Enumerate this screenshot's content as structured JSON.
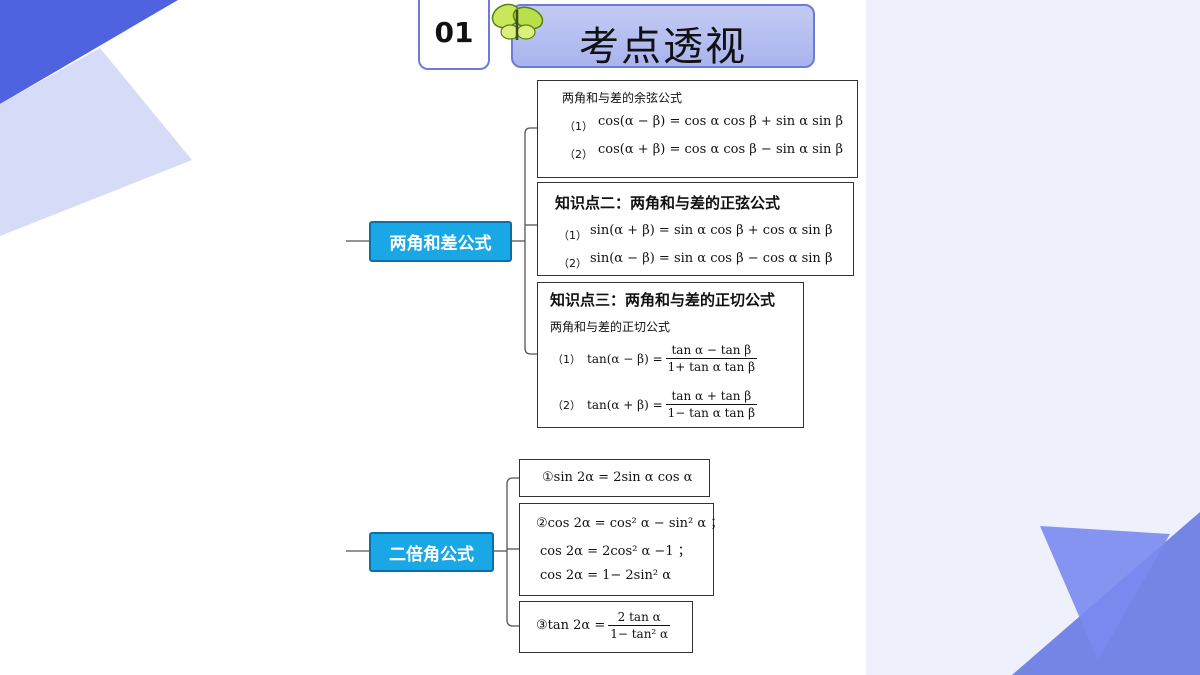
{
  "header": {
    "number": "01",
    "title": "考点透视"
  },
  "colors": {
    "accent": "#6b7bd6",
    "node_fill": "#1aa7e6",
    "title_fill": "#b4bdf0"
  },
  "node1": {
    "label": "两角和差公式",
    "box1": {
      "caption": "两角和与差的余弦公式",
      "f1_index": "（1）",
      "f1": "cos(α − β) = cos α cos β + sin α sin β",
      "f2_index": "（2）",
      "f2": "cos(α + β) = cos α cos β − sin α sin β"
    },
    "box2": {
      "heading": "知识点二：两角和与差的正弦公式",
      "f1_index": "（1）",
      "f1": "sin(α + β) = sin α cos β + cos α sin β",
      "f2_index": "（2）",
      "f2": "sin(α − β) = sin α cos β − cos α sin β"
    },
    "box3": {
      "heading": "知识点三：两角和与差的正切公式",
      "caption": "两角和与差的正切公式",
      "f1_index": "（1）",
      "f1_lhs": "tan(α − β) =",
      "f1_num": "tan α − tan β",
      "f1_den": "1+ tan α tan β",
      "f2_index": "（2）",
      "f2_lhs": "tan(α + β) =",
      "f2_num": "tan α + tan β",
      "f2_den": "1− tan α tan β"
    }
  },
  "node2": {
    "label": "二倍角公式",
    "box1": {
      "f1": "①sin 2α = 2sin α cos α"
    },
    "box2": {
      "f1": "②cos 2α = cos² α − sin² α ；",
      "f2": "cos 2α = 2cos² α −1 ；",
      "f3": "cos 2α = 1− 2sin² α"
    },
    "box3": {
      "lhs": "③tan 2α =",
      "num": "2 tan α",
      "den": "1− tan² α"
    }
  }
}
